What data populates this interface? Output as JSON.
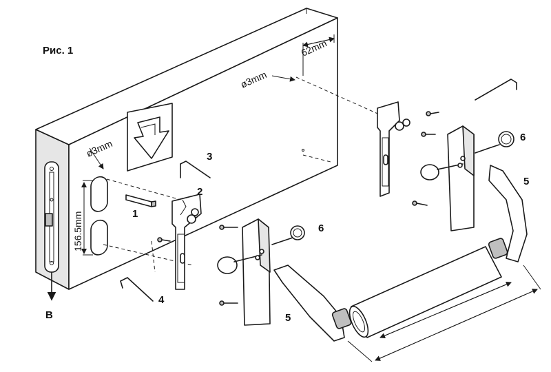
{
  "figure": {
    "title": "Рис. 1"
  },
  "dimensions": {
    "hole_left": "ø3mm",
    "hole_right": "ø3mm",
    "offset": "62mm",
    "spacing": "156.5mm"
  },
  "callouts": {
    "part1": "1",
    "part2": "2",
    "part3": "3",
    "part4": "4",
    "part5a": "5",
    "part5b": "5",
    "part6a": "6",
    "part6b": "6",
    "view": "B"
  }
}
